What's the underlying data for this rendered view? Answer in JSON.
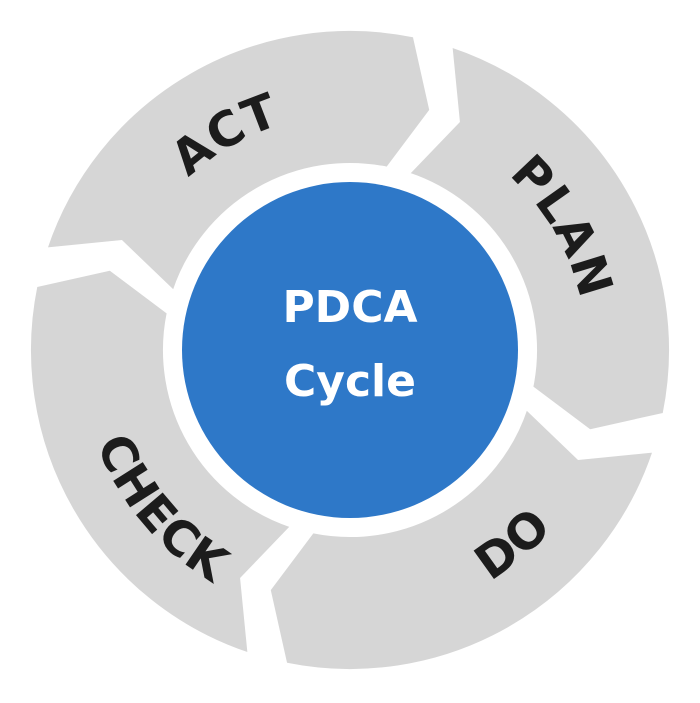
{
  "center": {
    "line1": "PDCA",
    "line2": "Cycle"
  },
  "segments": [
    {
      "id": "plan",
      "label": "PLAN"
    },
    {
      "id": "do",
      "label": "DO"
    },
    {
      "id": "check",
      "label": "CHECK"
    },
    {
      "id": "act",
      "label": "ACT"
    }
  ],
  "colors": {
    "segment_fill": "#d6d6d6",
    "center_fill": "#2e78c8",
    "center_text": "#ffffff",
    "label_text": "#1c1c1c"
  }
}
